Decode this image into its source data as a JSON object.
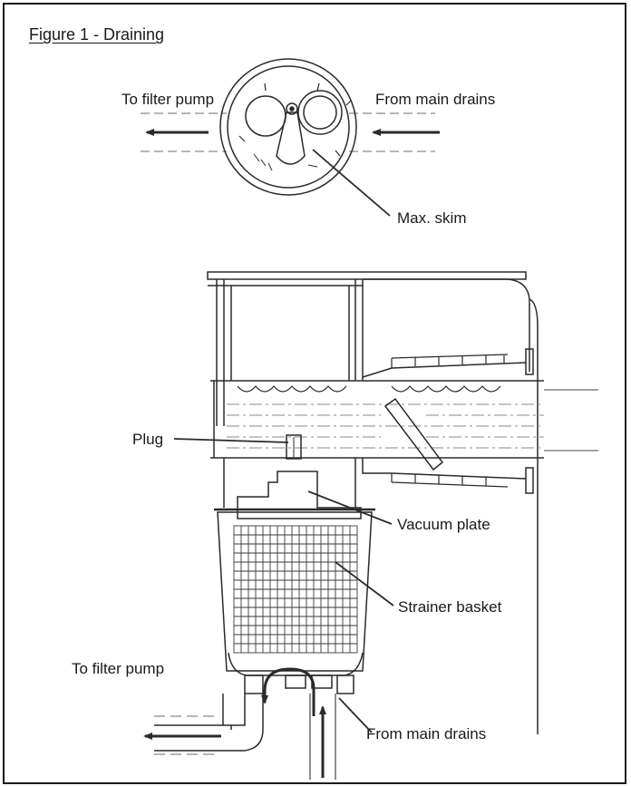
{
  "figure": {
    "title": "Figure 1 - Draining"
  },
  "top_view": {
    "left_label": "To filter pump",
    "right_label": "From main drains",
    "pointer_label": "Max. skim"
  },
  "section_view": {
    "plug_label": "Plug",
    "vacuum_plate_label": "Vacuum plate",
    "strainer_basket_label": "Strainer basket",
    "outlet_label": "To filter pump",
    "inlet_label": "From main drains"
  },
  "colors": {
    "line": "#2a2a2a",
    "pipe_dash": "#8a8a8a",
    "background": "#ffffff"
  }
}
